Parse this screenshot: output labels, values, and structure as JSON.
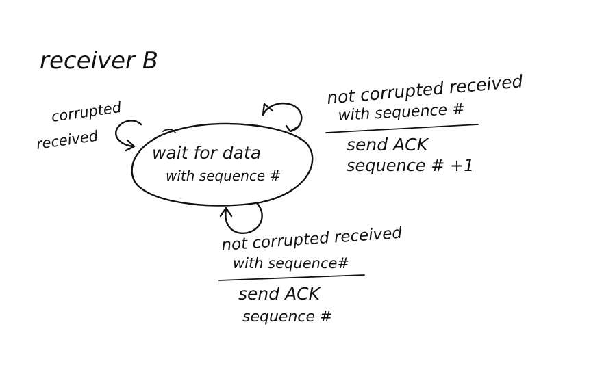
{
  "diagram": {
    "title": "receiver B",
    "state": {
      "line1": "wait for data",
      "line2": "with sequence #"
    },
    "self_loop_left": {
      "line1": "corrupted",
      "line2": "received"
    },
    "self_loop_right": {
      "event_line1": "not corrupted received",
      "event_line2": "with sequence #",
      "action_line1": "send ACK",
      "action_line2": "sequence # +1"
    },
    "self_loop_bottom": {
      "event_line1": "not corrupted received",
      "event_line2": "with sequence#",
      "action_line1": "send ACK",
      "action_line2": "sequence #"
    }
  }
}
